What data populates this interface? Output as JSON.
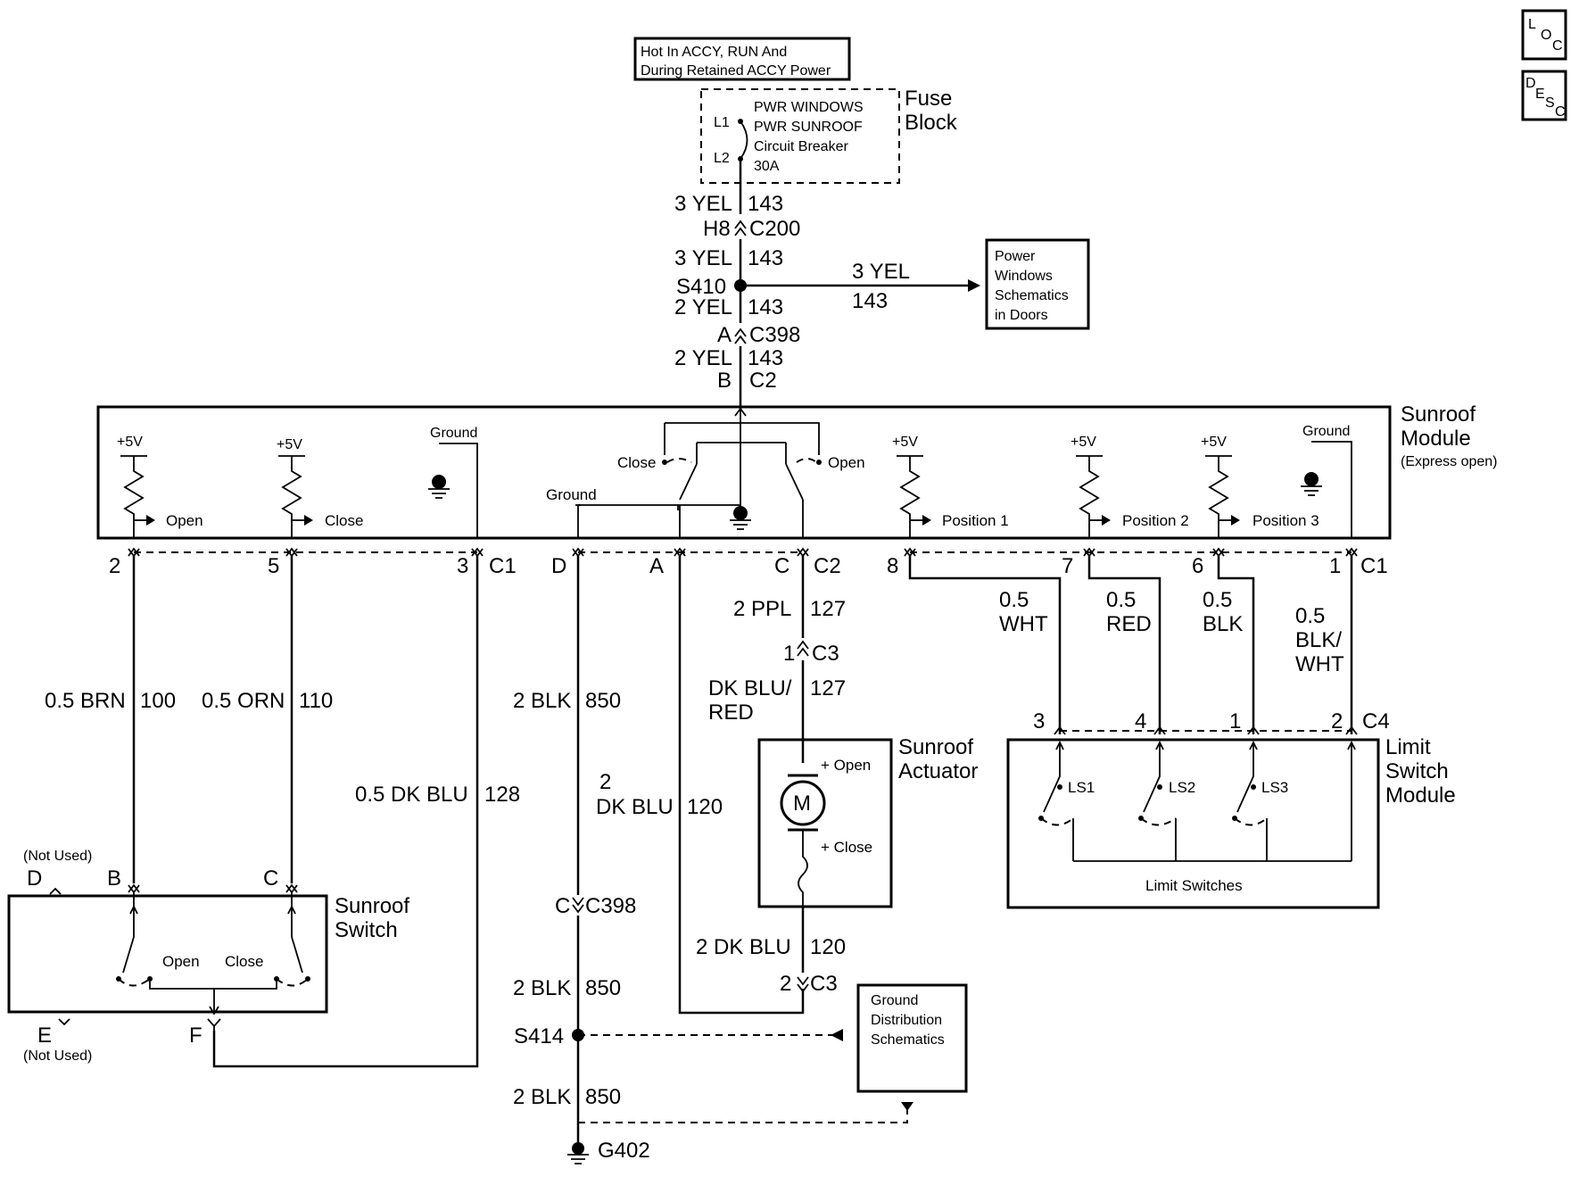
{
  "corner_icons": {
    "loc": [
      "L",
      "O",
      "C"
    ],
    "desc": [
      "D",
      "E",
      "S",
      "C"
    ]
  },
  "power": {
    "note_line1": "Hot In ACCY, RUN And",
    "note_line2": "During Retained ACCY Power"
  },
  "fuse_block": {
    "label_line1": "Fuse",
    "label_line2": "Block",
    "pin_l1": "L1",
    "pin_l2": "L2",
    "breaker_line1": "PWR WINDOWS",
    "breaker_line2": "PWR SUNROOF",
    "breaker_line3": "Circuit Breaker",
    "breaker_line4": "30A"
  },
  "feed": {
    "w1_color": "3 YEL",
    "w1_circuit": "143",
    "c200_pin": "H8",
    "c200": "C200",
    "w2_color": "3 YEL",
    "w2_circuit": "143",
    "s410": "S410",
    "branch_color": "3 YEL",
    "branch_circuit": "143",
    "w3_color": "2 YEL",
    "w3_circuit": "143",
    "c398_pin": "A",
    "c398": "C398",
    "w4_color": "2 YEL",
    "w4_circuit": "143",
    "c2_pin": "B",
    "c2": "C2"
  },
  "power_windows_ref": {
    "line1": "Power",
    "line2": "Windows",
    "line3": "Schematics",
    "line4": "in Doors"
  },
  "sunroof_module": {
    "label_line1": "Sunroof",
    "label_line2": "Module",
    "label_line3": "(Express open)",
    "plus5v": "+5V",
    "open": "Open",
    "close": "Close",
    "ground": "Ground",
    "relay_close": "Close",
    "relay_open": "Open",
    "pos1": "Position 1",
    "pos2": "Position 2",
    "pos3": "Position 3"
  },
  "connectors": {
    "p2": "2",
    "p5": "5",
    "p3": "3",
    "c1a": "C1",
    "pD": "D",
    "pA": "A",
    "pC": "C",
    "c2": "C2",
    "p8": "8",
    "p7": "7",
    "p6": "6",
    "p1": "1",
    "c1b": "C1"
  },
  "wires": {
    "brn_color": "0.5 BRN",
    "brn_circuit": "100",
    "orn_color": "0.5 ORN",
    "orn_circuit": "110",
    "dkblu128_color": "0.5 DK BLU",
    "dkblu128_circuit": "128",
    "blk850_color": "2 BLK",
    "blk850_circuit": "850",
    "dkblu120_line1": "2",
    "dkblu120_line2": "DK BLU",
    "dkblu120_circuit": "120",
    "ppl_color": "2 PPL",
    "ppl_circuit": "127",
    "c3_top_pin": "1",
    "c3": "C3",
    "dkblured_line1": "DK BLU/",
    "dkblured_line2": "RED",
    "dkblured_circuit": "127",
    "wht_line1": "0.5",
    "wht_line2": "WHT",
    "red_line1": "0.5",
    "red_line2": "RED",
    "blk_line1": "0.5",
    "blk_line2": "BLK",
    "blkwht_line1": "0.5",
    "blkwht_line2": "BLK/",
    "blkwht_line3": "WHT",
    "dkblu120b_color": "2 DK BLU",
    "dkblu120b_circuit": "120",
    "c3_bot_pin": "2",
    "c3b": "C3",
    "c398b_pin": "C",
    "c398b": "C398",
    "blk850b_color": "2 BLK",
    "blk850b_circuit": "850",
    "s414": "S414",
    "blk850c_color": "2 BLK",
    "blk850c_circuit": "850",
    "g402": "G402"
  },
  "sunroof_switch": {
    "label_line1": "Sunroof",
    "label_line2": "Switch",
    "pD": "D",
    "pB": "B",
    "pC": "C",
    "pE": "E",
    "pF": "F",
    "not_used_top": "(Not Used)",
    "not_used_bottom": "(Not Used)",
    "open": "Open",
    "close": "Close"
  },
  "actuator": {
    "label_line1": "Sunroof",
    "label_line2": "Actuator",
    "motor": "M",
    "plus_open": "+ Open",
    "plus_close": "+ Close"
  },
  "limit_switch": {
    "label_line1": "Limit",
    "label_line2": "Switch",
    "label_line3": "Module",
    "p3": "3",
    "p4": "4",
    "p1": "1",
    "p2": "2",
    "c4": "C4",
    "ls1": "LS1",
    "ls2": "LS2",
    "ls3": "LS3",
    "caption": "Limit Switches"
  },
  "ground_dist": {
    "line1": "Ground",
    "line2": "Distribution",
    "line3": "Schematics"
  }
}
